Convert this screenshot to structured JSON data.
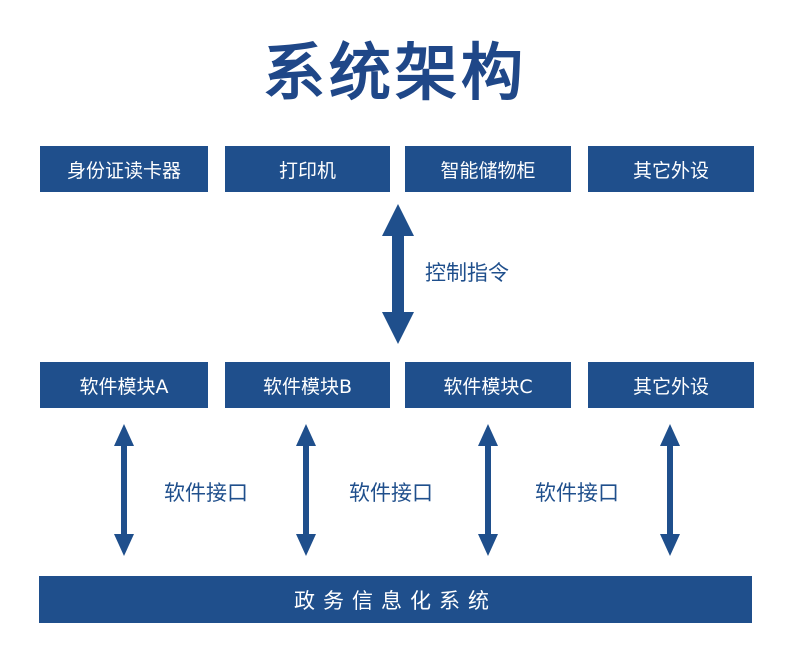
{
  "title": "系统架构",
  "devices": [
    "身份证读卡器",
    "打印机",
    "智能储物柜",
    "其它外设"
  ],
  "control_label": "控制指令",
  "modules": [
    "软件模块A",
    "软件模块B",
    "软件模块C",
    "其它外设"
  ],
  "interface_label": "软件接口",
  "system": "政务信息化系统",
  "colors": {
    "primary": "#1f4f8c",
    "title": "#1f4788"
  }
}
